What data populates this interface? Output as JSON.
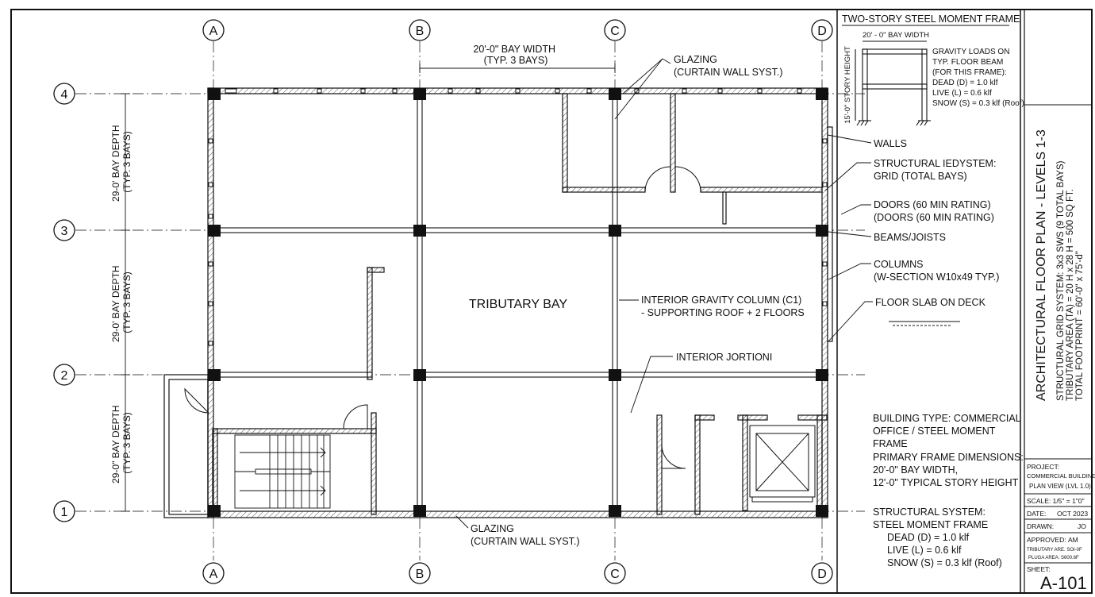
{
  "grid": {
    "columns": [
      "A",
      "B",
      "C",
      "D"
    ],
    "rows": [
      "4",
      "3",
      "2",
      "1"
    ]
  },
  "dims": {
    "bay_width": [
      "20'-0\" BAY WIDTH",
      "(TYP. 3 BAYS)"
    ],
    "bay_depth_1": [
      "29-0' BAY DEPTH",
      "(TYP. 3 BAYS)"
    ],
    "bay_depth_2": [
      "29-0' BAY DEPTH",
      "(TYP. 3 BAYS)"
    ],
    "bay_depth_3": [
      "29-0\" BAY DEPTH",
      "(TYP. 3 BAYS)"
    ]
  },
  "labels": {
    "glazing_top": [
      "GLAZING",
      "(CURTAIN WALL SYST.)"
    ],
    "glazing_bottom": [
      "GLAZING",
      "(CURTAIN WALL SYST.)"
    ],
    "tributary_bay": "TRIBUTARY BAY",
    "interior_column": [
      "INTERIOR GRAVITY COLUMN (C1)",
      "- SUPPORTING ROOF + 2 FLOORS"
    ],
    "interior_partition": "INTERIOR JORTIONI"
  },
  "legend": {
    "walls": "WALLS",
    "structural_system": [
      "STRUCTURAL IEDYSTEM:",
      "GRID (TOTAL BAYS)"
    ],
    "doors": [
      "DOORS (60 MIN RATING)",
      "(DOORS (60 MIN RATING)"
    ],
    "beams": "BEAMS/JOISTS",
    "columns": [
      "COLUMNS",
      "(W-SECTION W10x49 TYP.)"
    ],
    "floor_slab": "FLOOR SLAB ON DECK"
  },
  "frame_detail": {
    "title": "TWO-STORY STEEL MOMENT FRAME",
    "bay_width": "20' - 0\" BAY WIDTH",
    "story_height": "15'-0\" STORY HEIGHT",
    "loads": [
      "GRAVITY LOADS ON",
      "TYP. FLOOR BEAM",
      "(FOR THIS FRAME):",
      "DEAD (D) = 1.0 klf",
      "LIVE (L) = 0.6 klf",
      "SNOW (S) = 0.3 klf (Roof)"
    ]
  },
  "notes": {
    "building_type": [
      "BUILDING TYPE: COMMERCIAL",
      "OFFICE / STEEL MOMENT",
      "FRAME",
      "PRIMARY FRAME DIMENSIONS:",
      "20'-0\" BAY WIDTH,",
      "12'-0\" TYPICAL STORY HEIGHT"
    ],
    "structural_system": [
      "STRUCTURAL SYSTEM:",
      "STEEL MOMENT FRAME",
      "DEAD (D) = 1.0 klf",
      "LIVE (L) = 0.6 klf",
      "SNOW (S) = 0.3 klf (Roof)"
    ]
  },
  "title_block": {
    "sheet_title": "ARCHITECTURAL FLOOR PLAN - LEVELS 1-3",
    "sub_lines": [
      "STRUCTURAL GRID SYSTEM: 3x3 SWS (9 TOTAL BAYS)",
      "TRIBUTARY AREA (TA) = 20 H x 28 H = 500 SQ FT.",
      "TOTAL FOOTPRINT = 60'-0\" x 75'-d\""
    ],
    "project_label": "PROJECT:",
    "project_name": "COMMERCIAL BUILDING",
    "project_view": "PLAN VIEW (LVL 1.0)",
    "scale": "SCALE: 1/5\" = 1\"0\"",
    "date_label": "DATE:",
    "date": "OCT 2023",
    "drawn_label": "DRAWN:",
    "drawn": "JO",
    "approved_label": "APPROVED:",
    "approved": "AM",
    "small_1": "TRIBUTARY ARE. SOI-0F",
    "small_2": "PLUGA AREA: S600.6F",
    "sheet_label": "SHEET:",
    "sheet_no": "A-101"
  }
}
